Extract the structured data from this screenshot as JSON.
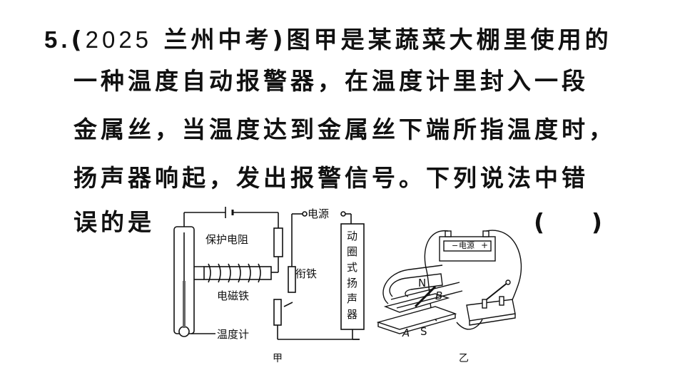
{
  "question": {
    "number": "5.",
    "source_open": "(",
    "source_year": "2025",
    "source_text": " 兰州中考",
    "source_close": ")",
    "line1_rest": "图甲是某蔬菜大棚里使用的",
    "line2": "一种温度自动报警器，在温度计里封入一段",
    "line3": "金属丝，当温度达到金属丝下端所指温度时，",
    "line4": "扬声器响起，发出报警信号。下列说法中错",
    "line5": "误的是",
    "paren_open": "(",
    "paren_close": ")"
  },
  "figure_jia": {
    "label_resistor": "保护电阻",
    "label_electromagnet": "电磁铁",
    "label_thermometer": "温度计",
    "label_armature": "衔铁",
    "label_power": "电源",
    "label_speaker": "动圈式扬声器",
    "caption": "甲"
  },
  "figure_yi": {
    "battery_minus": "−",
    "battery_label": "电源",
    "battery_plus": "+",
    "label_N": "N",
    "label_S": "S",
    "label_A": "A",
    "label_B": "B",
    "caption": "乙"
  }
}
